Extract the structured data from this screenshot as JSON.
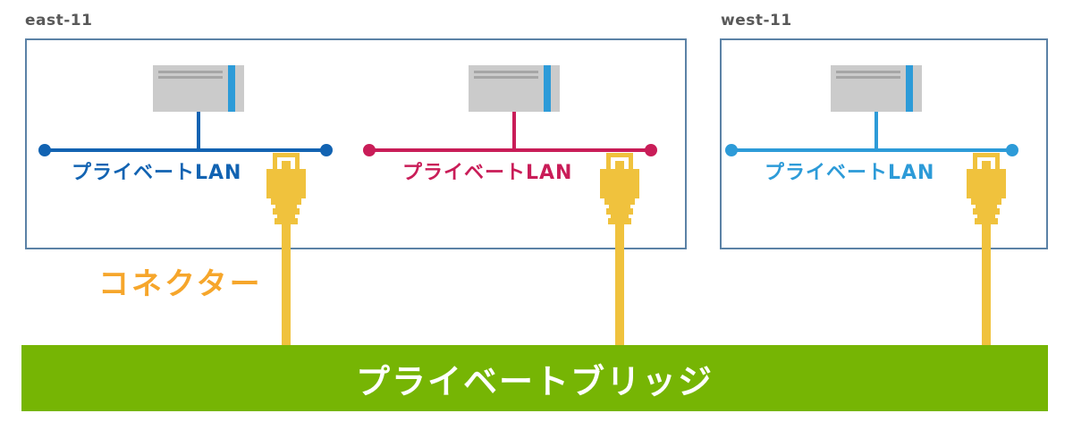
{
  "regions": [
    {
      "label": "east-11"
    },
    {
      "label": "west-11"
    }
  ],
  "lans": [
    {
      "label": "プライベートLAN",
      "color": "#1263b2",
      "region": "east-11"
    },
    {
      "label": "プライベートLAN",
      "color": "#c91d58",
      "region": "east-11"
    },
    {
      "label": "プライベートLAN",
      "color": "#2d9bd8",
      "region": "west-11"
    }
  ],
  "connector_label": "コネクター",
  "bridge": {
    "label": "プライベートブリッジ",
    "color": "#76b504"
  },
  "colors": {
    "connector_yellow": "#f0c23d",
    "connector_label_orange": "#f6a62b",
    "region_border": "#5b82a6",
    "region_title_gray": "#595959",
    "server_body_gray": "#cbcbcb",
    "server_lines_gray": "#a6a6a6",
    "server_stripe_blue": "#2d9bd8",
    "bridge_text": "#ffffff"
  }
}
